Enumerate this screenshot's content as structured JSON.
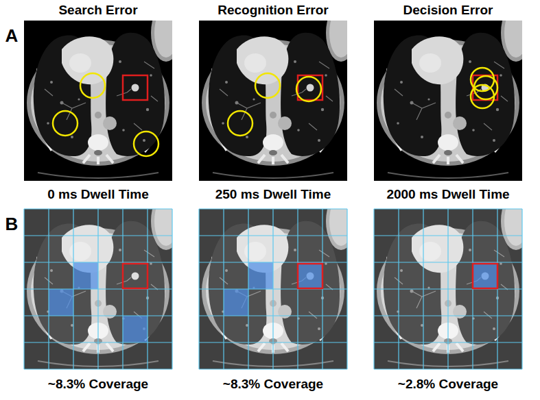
{
  "diagram": {
    "labels": [
      "Search Error",
      "Recognition Error",
      "Decision Error",
      "A",
      "0 ms Dwell Time",
      "250 ms Dwell Time",
      "2000 ms Dwell Time",
      "B",
      "~8.3% Coverage",
      "~8.3% Coverage",
      "~2.8% Coverage"
    ]
  }
}
